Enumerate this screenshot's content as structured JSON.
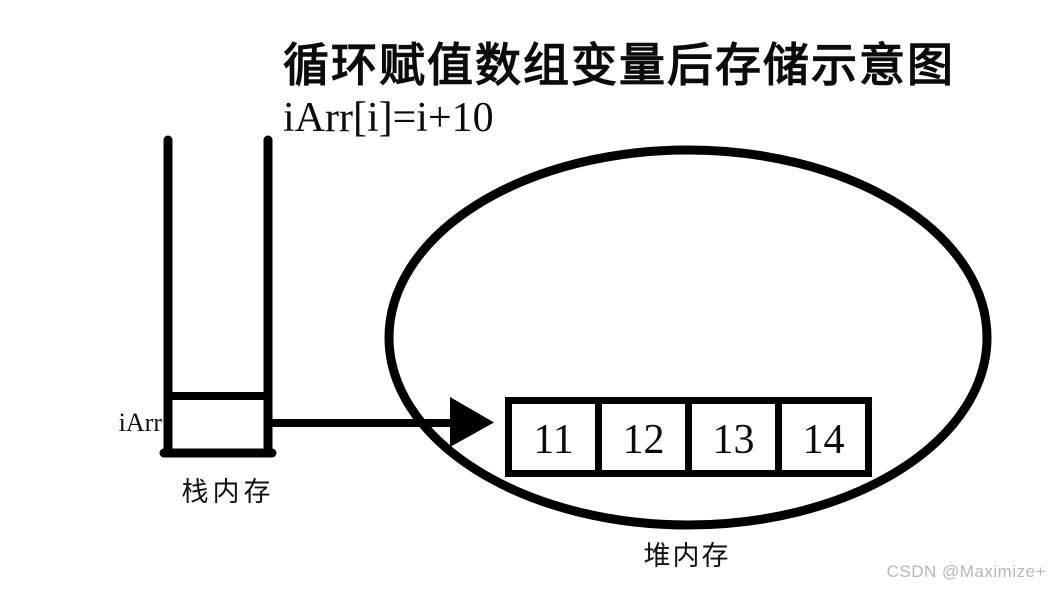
{
  "title": {
    "line1": "循环赋值数组变量后存储示意图",
    "line2": "iArr[i]=i+10"
  },
  "stack": {
    "variable_label": "iArr",
    "caption": "栈内存"
  },
  "heap": {
    "caption": "堆内存",
    "array_values": [
      "11",
      "12",
      "13",
      "14"
    ]
  },
  "watermark": "CSDN @Maximize+",
  "colors": {
    "line": "#000000",
    "background": "#ffffff",
    "watermark_gray": "#b5b7b9"
  }
}
